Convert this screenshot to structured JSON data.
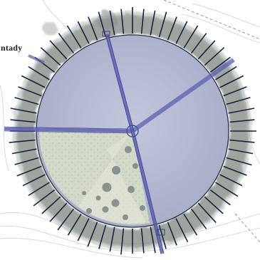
{
  "map": {
    "place_label": "ntady",
    "colors": {
      "ring_outline": "#2e2e3e",
      "sector_fill": "#b7bbd3",
      "pie_slice_fill": "#cfd6c6",
      "spoke_color": "#5a5fb0",
      "tick_color": "#1d2140",
      "vegetation": "#6f7a72",
      "contour_line": "#cfcfcf",
      "dashed_boundary": "#aaaaaa"
    },
    "features": {
      "spokes": [
        "north-spoke",
        "northeast-spoke",
        "west-spoke",
        "south-spoke"
      ],
      "center_marker": "hub-circle",
      "highlighted_sector": "southwest-wedge"
    }
  }
}
